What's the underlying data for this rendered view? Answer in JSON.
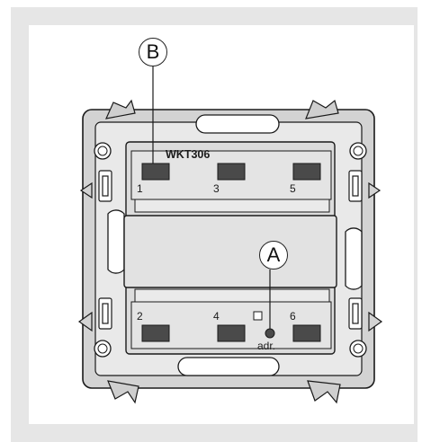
{
  "diagram": {
    "callouts": {
      "a": "A",
      "b": "B"
    },
    "model_label": "WKT306",
    "button_numbers": [
      "1",
      "3",
      "5",
      "2",
      "4",
      "6"
    ],
    "address_label": "adr."
  },
  "colors": {
    "panel_bg": "#e6e6e6",
    "frame": "#cfcfcf",
    "stroke": "#1a1a1a",
    "button": "#4a4a4a"
  }
}
